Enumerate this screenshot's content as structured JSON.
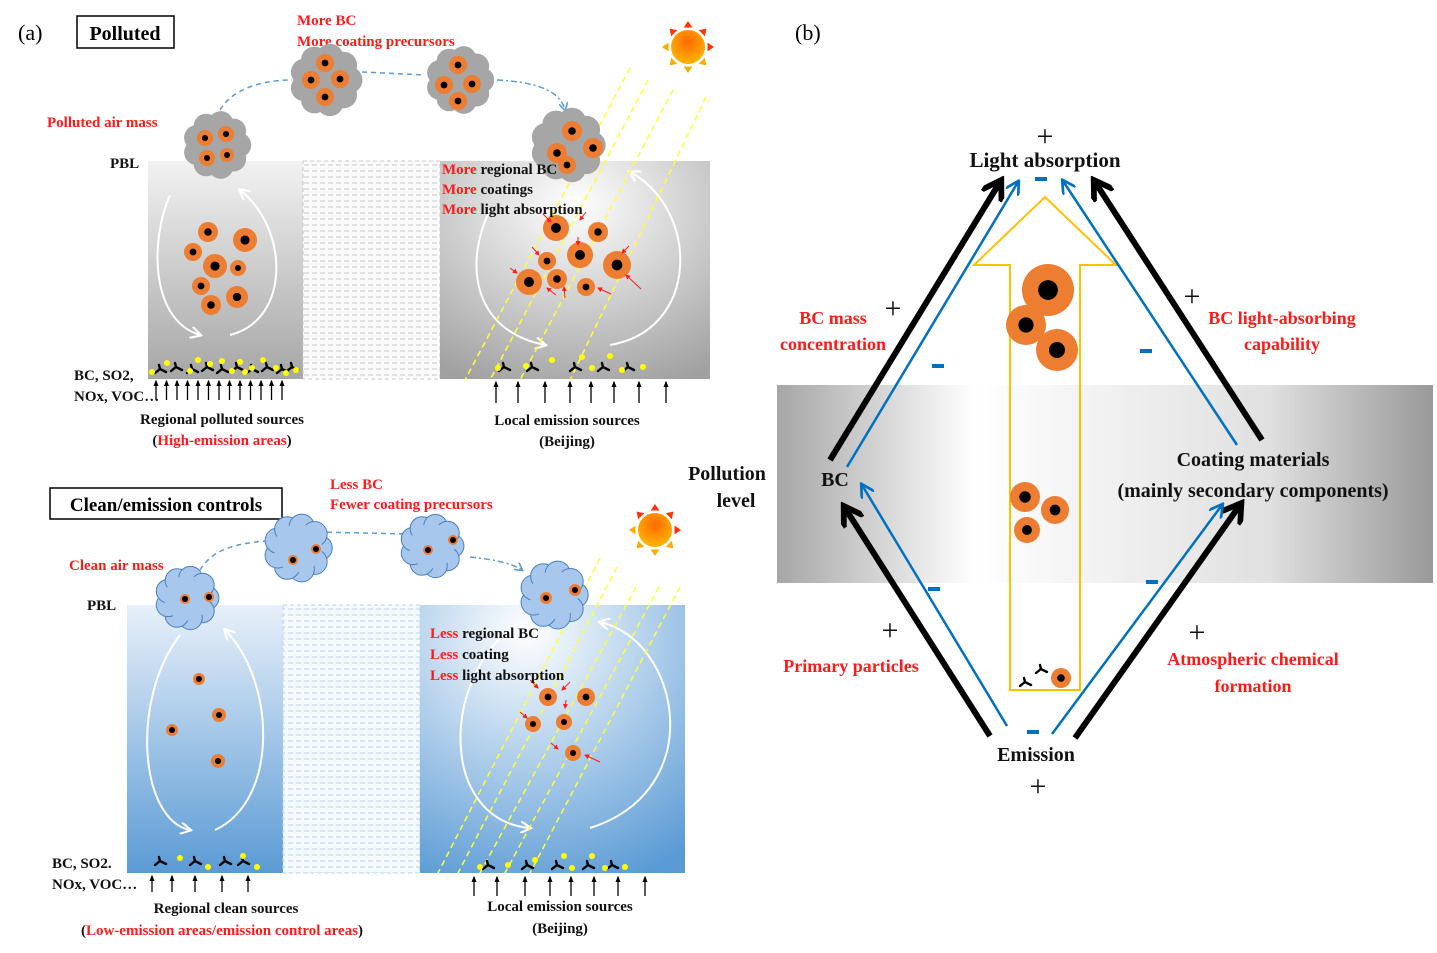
{
  "panel_a": {
    "label": "(a)",
    "polluted": {
      "title": "Polluted",
      "transport_label": [
        "More  BC",
        "More coating precursors"
      ],
      "air_mass_label": "Polluted air mass",
      "pbl_label": "PBL",
      "local_effects": [
        {
          "prefix": "More",
          "text": " regional BC"
        },
        {
          "prefix": "More",
          "text": " coatings"
        },
        {
          "prefix": "More",
          "text": " light absorption"
        }
      ],
      "species_label": [
        "BC, SO2,",
        "NOx, VOC…"
      ],
      "regional_sources": "Regional polluted sources",
      "regional_sources_sub": "High-emission areas",
      "local_sources": "Local emission sources",
      "local_sources_sub": "(Beijing)"
    },
    "clean": {
      "title": "Clean/emission controls",
      "transport_label": [
        "Less  BC",
        "Fewer coating precursors"
      ],
      "air_mass_label": "Clean air mass",
      "pbl_label": "PBL",
      "local_effects": [
        {
          "prefix": "Less",
          "text": " regional BC"
        },
        {
          "prefix": "Less",
          "text": " coating"
        },
        {
          "prefix": "Less",
          "text": " light absorption"
        }
      ],
      "species_label": [
        "BC, SO2.",
        "NOx, VOC…"
      ],
      "regional_sources": "Regional clean sources",
      "regional_sources_sub": "Low-emission areas/emission control areas",
      "local_sources": "Local emission sources",
      "local_sources_sub": "(Beijing)"
    }
  },
  "panel_b": {
    "label": "(b)",
    "top_node": "Light absorption",
    "left_node": "BC",
    "right_node": [
      "Coating materials",
      "(mainly secondary components)"
    ],
    "bottom_node": "Emission",
    "band_label": [
      "Pollution",
      "level"
    ],
    "upper_left_label": [
      "BC mass",
      "concentration"
    ],
    "upper_right_label": [
      "BC light-absorbing",
      "capability"
    ],
    "lower_left_label": "Primary particles",
    "lower_right_label": [
      "Atmospheric chemical",
      "formation"
    ],
    "plus_sign": "+",
    "minus_sign": "-"
  },
  "colors": {
    "red_text": "#ff1a1a",
    "particle_orange": "#ed7d31",
    "blue_arrow": "#0070c0",
    "yellow_arrow": "#ffc000",
    "dashed_transport": "#5b9bd5",
    "sunbeam": "#ffff33"
  }
}
